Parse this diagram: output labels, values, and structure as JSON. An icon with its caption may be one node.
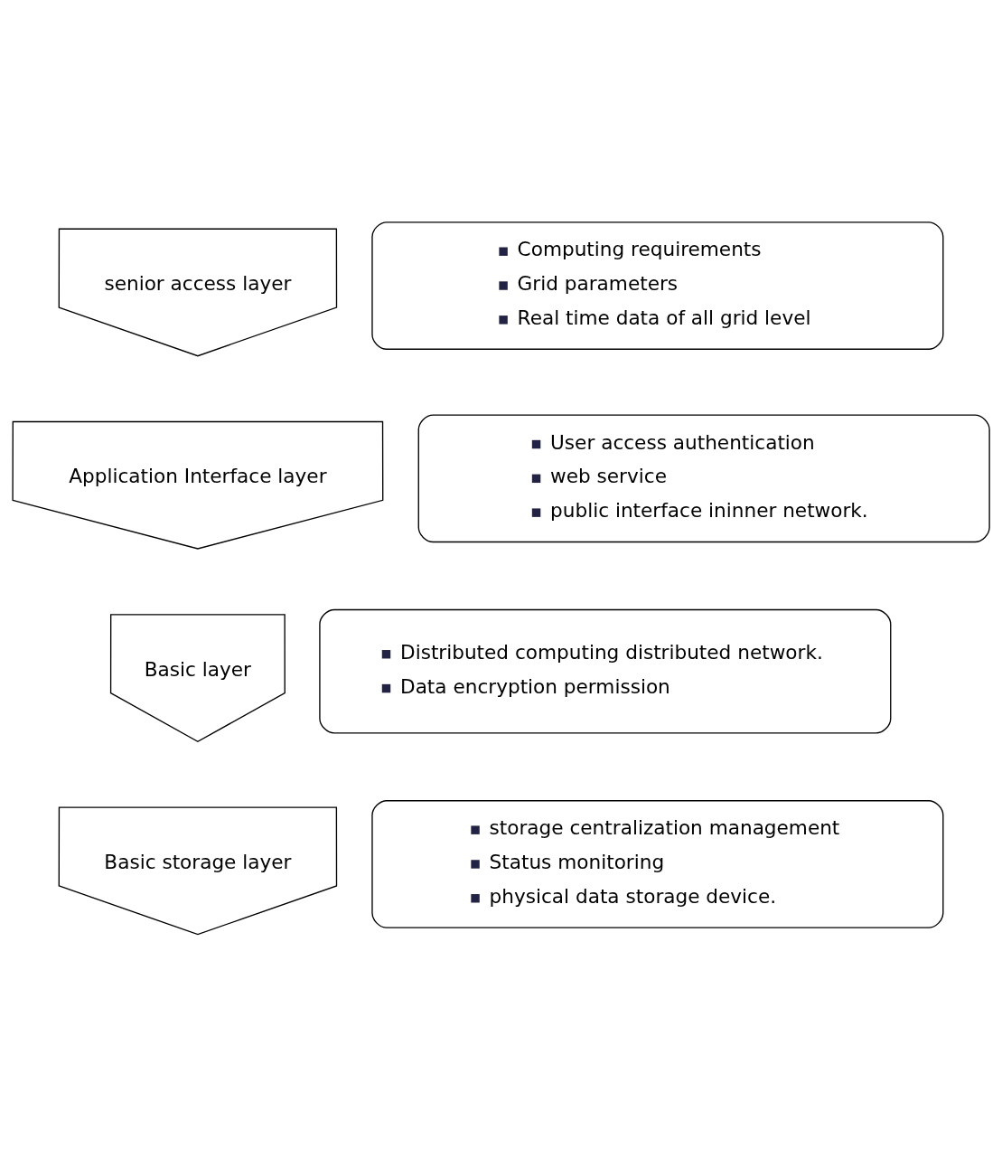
{
  "diagram": {
    "nodes": [
      {
        "text": [
          "senior access layer"
        ]
      },
      {
        "text": [
          "Computing requirements",
          "Grid parameters",
          "Real time data of all grid level"
        ]
      },
      {
        "text": [
          "Application Interface layer"
        ]
      },
      {
        "text": [
          "User access authentication",
          "web service",
          "public interface ininner network."
        ]
      },
      {
        "text": [
          "Basic layer"
        ]
      },
      {
        "text": [
          "Distributed computing distributed network.",
          "Data encryption permission"
        ]
      },
      {
        "text": [
          "Basic storage layer"
        ]
      },
      {
        "text": [
          "storage centralization management",
          "Status monitoring",
          "physical data storage device."
        ]
      }
    ],
    "edges": []
  }
}
